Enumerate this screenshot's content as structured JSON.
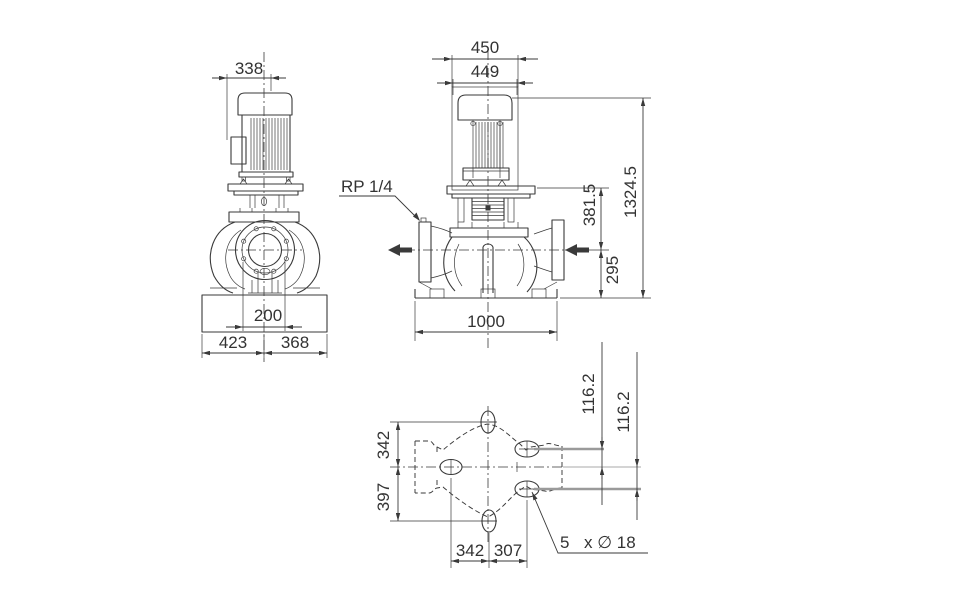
{
  "drawing": {
    "front_view": {
      "width": "338",
      "port_offset": "200",
      "base_left": "423",
      "base_right": "368"
    },
    "side_view": {
      "enclosure_width": "450",
      "motor_width": "449",
      "tapping_label": "RP 1/4",
      "flange_to_port": "381.5",
      "port_to_base": "295",
      "total_height": "1324.5",
      "base_length": "1000"
    },
    "plan_view": {
      "center_to_top": "342",
      "center_to_bottom": "397",
      "upper_hole_offset": "116.2",
      "lower_hole_offset": "116.2",
      "hole_span_left": "342",
      "hole_span_right": "307",
      "hole_count": "5",
      "hole_size": "x ∅ 18"
    }
  },
  "colors": {
    "line": "#3a3a3a",
    "text": "#333333",
    "gray_thick": "#9a9a9a",
    "gray_thin": "#c6c6c6",
    "background": "#ffffff"
  }
}
